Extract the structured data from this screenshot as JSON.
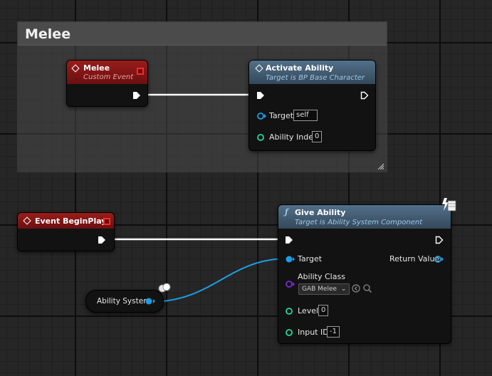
{
  "comment": {
    "title": "Melee"
  },
  "melee_event": {
    "title": "Melee",
    "subtitle": "Custom Event"
  },
  "activate_ability": {
    "title": "Activate Ability",
    "subtitle": "Target is BP Base Character",
    "target_label": "Target",
    "target_value": "self",
    "index_label": "Ability Index",
    "index_value": "0"
  },
  "begin_play": {
    "title": "Event BeginPlay"
  },
  "give_ability": {
    "title": "Give Ability",
    "subtitle": "Target is Ability System Component",
    "target_label": "Target",
    "return_label": "Return Value",
    "class_label": "Ability Class",
    "class_value": "GAB Melee",
    "level_label": "Level",
    "level_value": "0",
    "input_id_label": "Input ID",
    "input_id_value": "-1"
  },
  "ability_system": {
    "label": "Ability System"
  },
  "colors": {
    "exec_wire": "#ffffff",
    "object_pin": "#1c9fe6",
    "int_pin": "#1fd9a0",
    "class_pin": "#7a2ad6",
    "event_header": "#8a1a1a",
    "function_header": "#4a6782"
  }
}
